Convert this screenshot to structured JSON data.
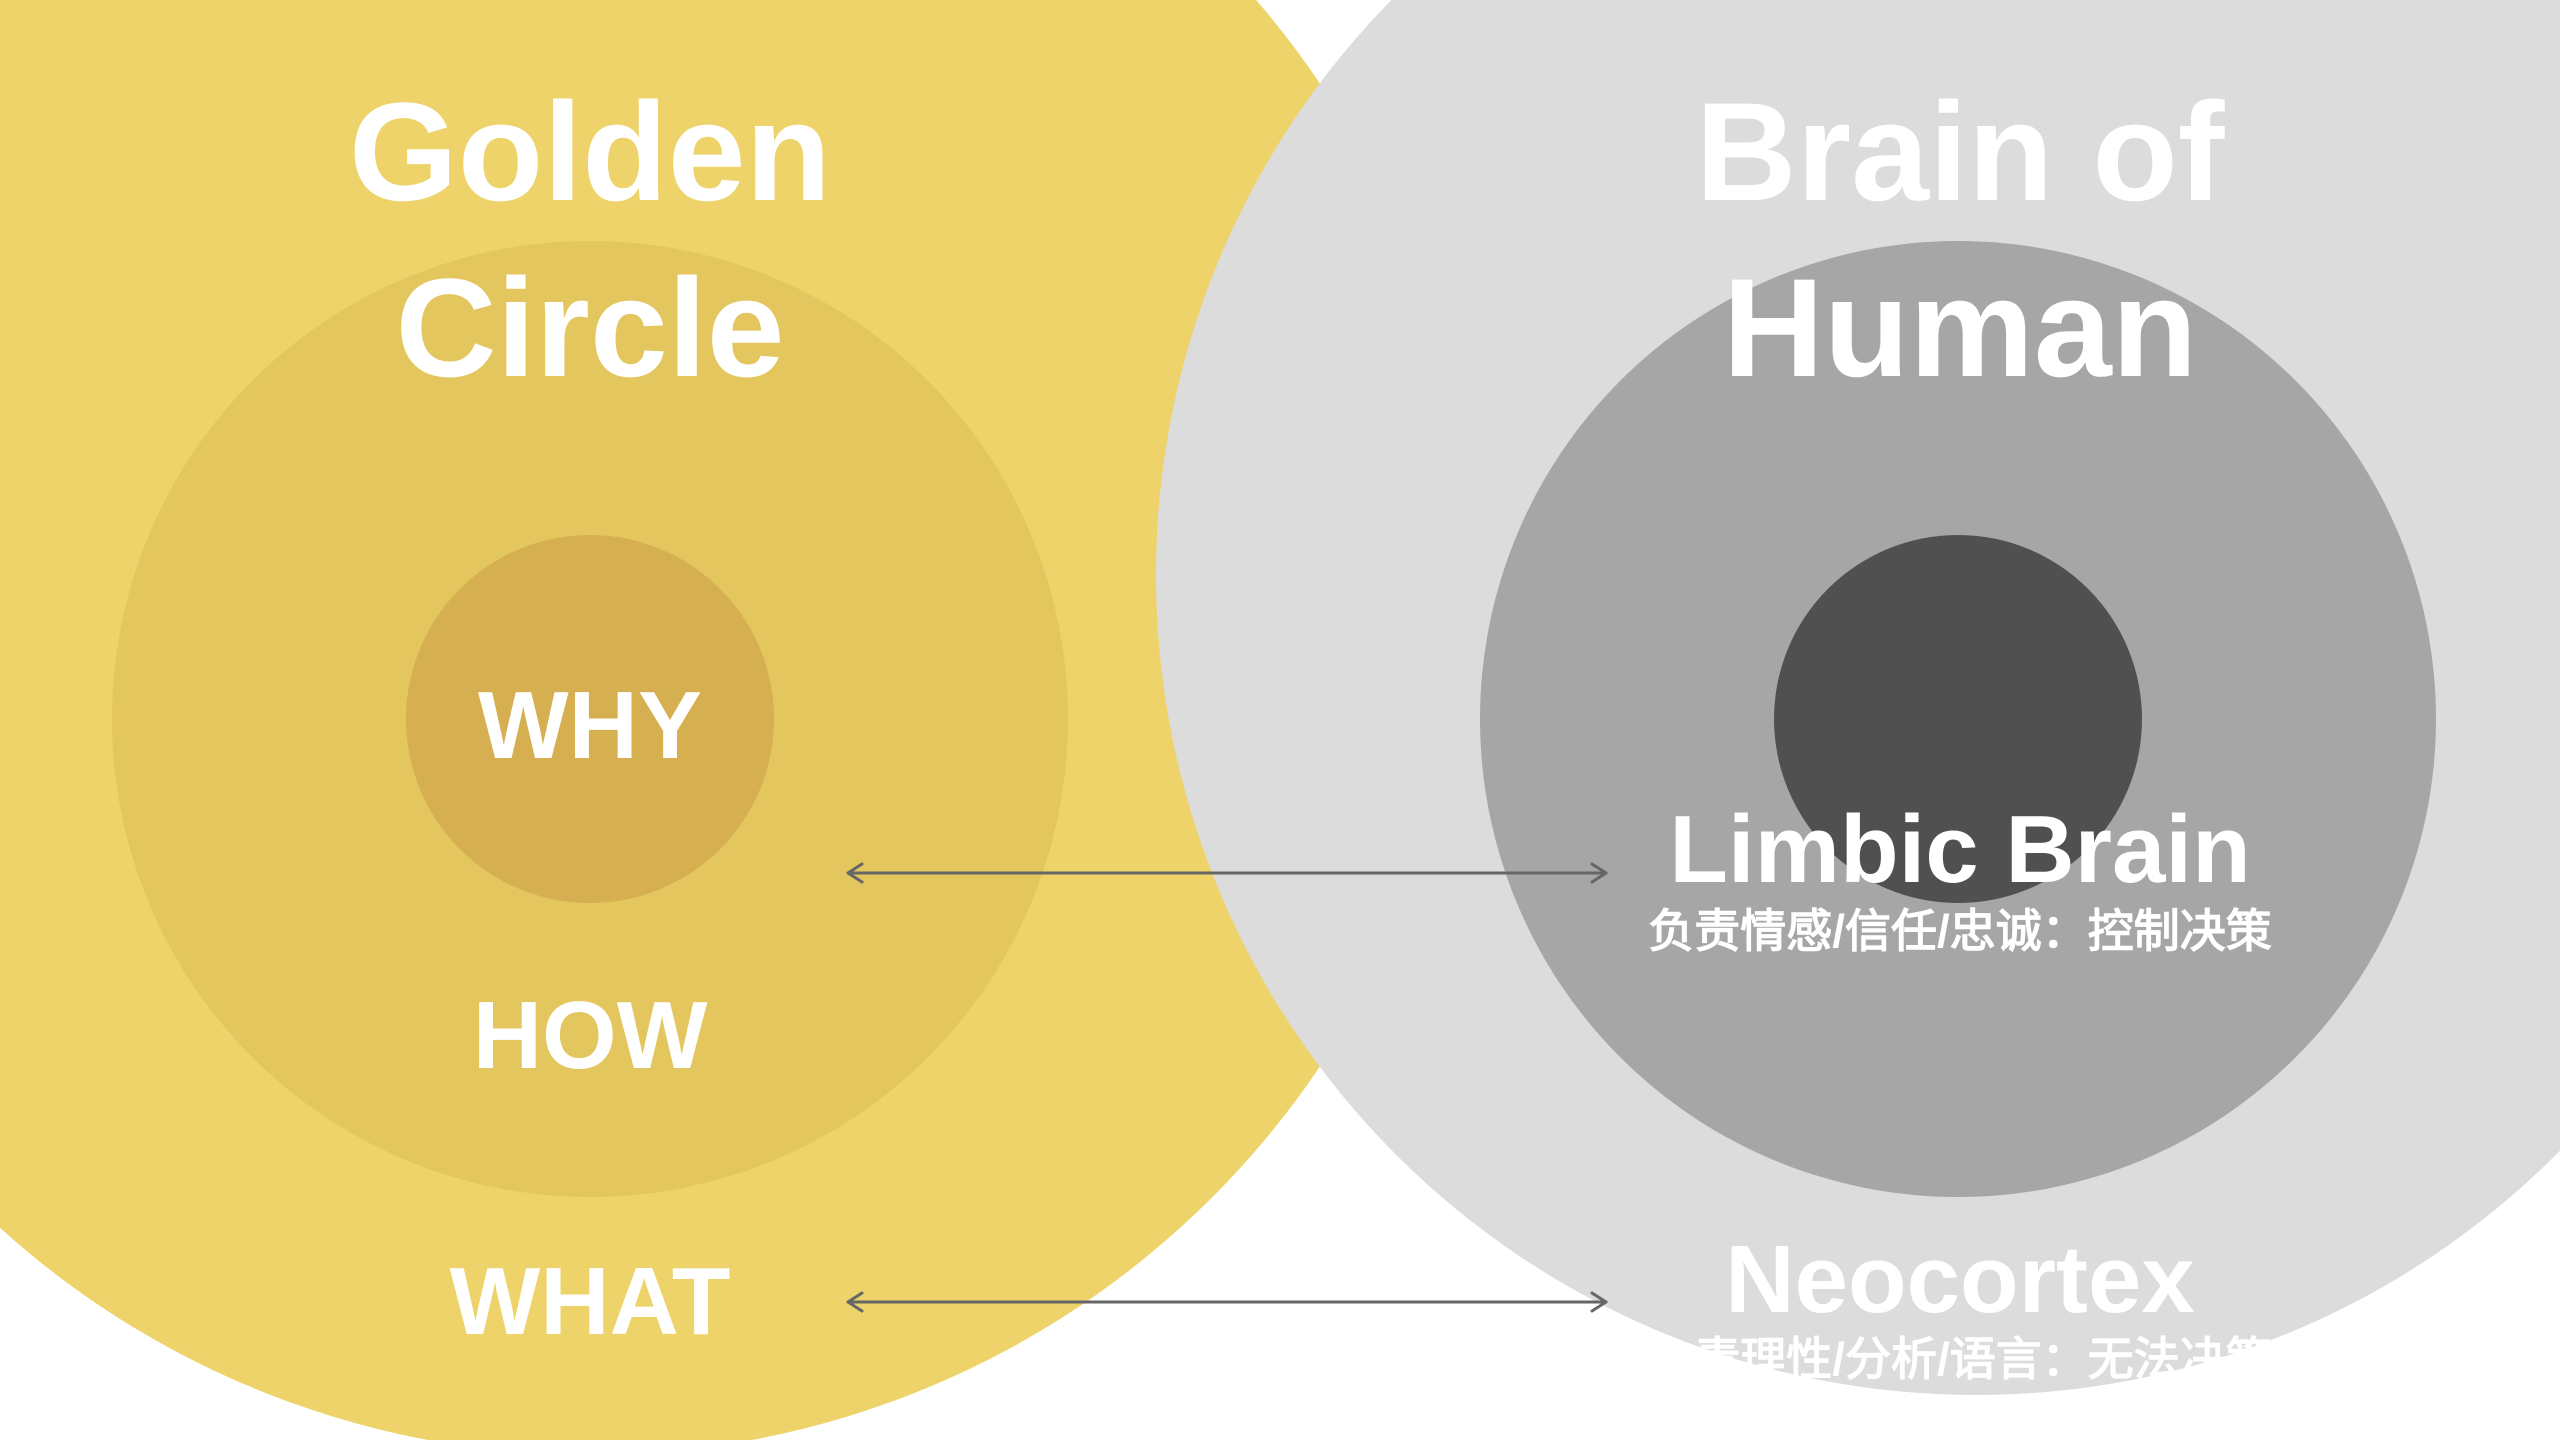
{
  "colors": {
    "background": "#ffffff",
    "golden_outer": "#EDD36A",
    "golden_middle": "#E4C65E",
    "golden_inner": "#D5AF50",
    "brain_outer": "#DCDCDC",
    "brain_middle": "#A6A6A6",
    "brain_inner": "#505050",
    "text": "#FFFFFF",
    "arrow": "#666666"
  },
  "golden_circle": {
    "title_line1": "Golden",
    "title_line2": "Circle",
    "why": "WHY",
    "how": "HOW",
    "what": "WHAT"
  },
  "brain": {
    "title_line1": "Brain of",
    "title_line2": "Human",
    "limbic_title": "Limbic Brain",
    "limbic_desc": "负责情感/信任/忠诚：控制决策",
    "neocortex_title": "Neocortex",
    "neocortex_desc": "负责理性/分析/语言：无法决策"
  },
  "connectors": [
    {
      "from": "golden-inner-circles",
      "to": "limbic-brain",
      "style": "double-arrow"
    },
    {
      "from": "what-label",
      "to": "neocortex",
      "style": "double-arrow"
    }
  ]
}
